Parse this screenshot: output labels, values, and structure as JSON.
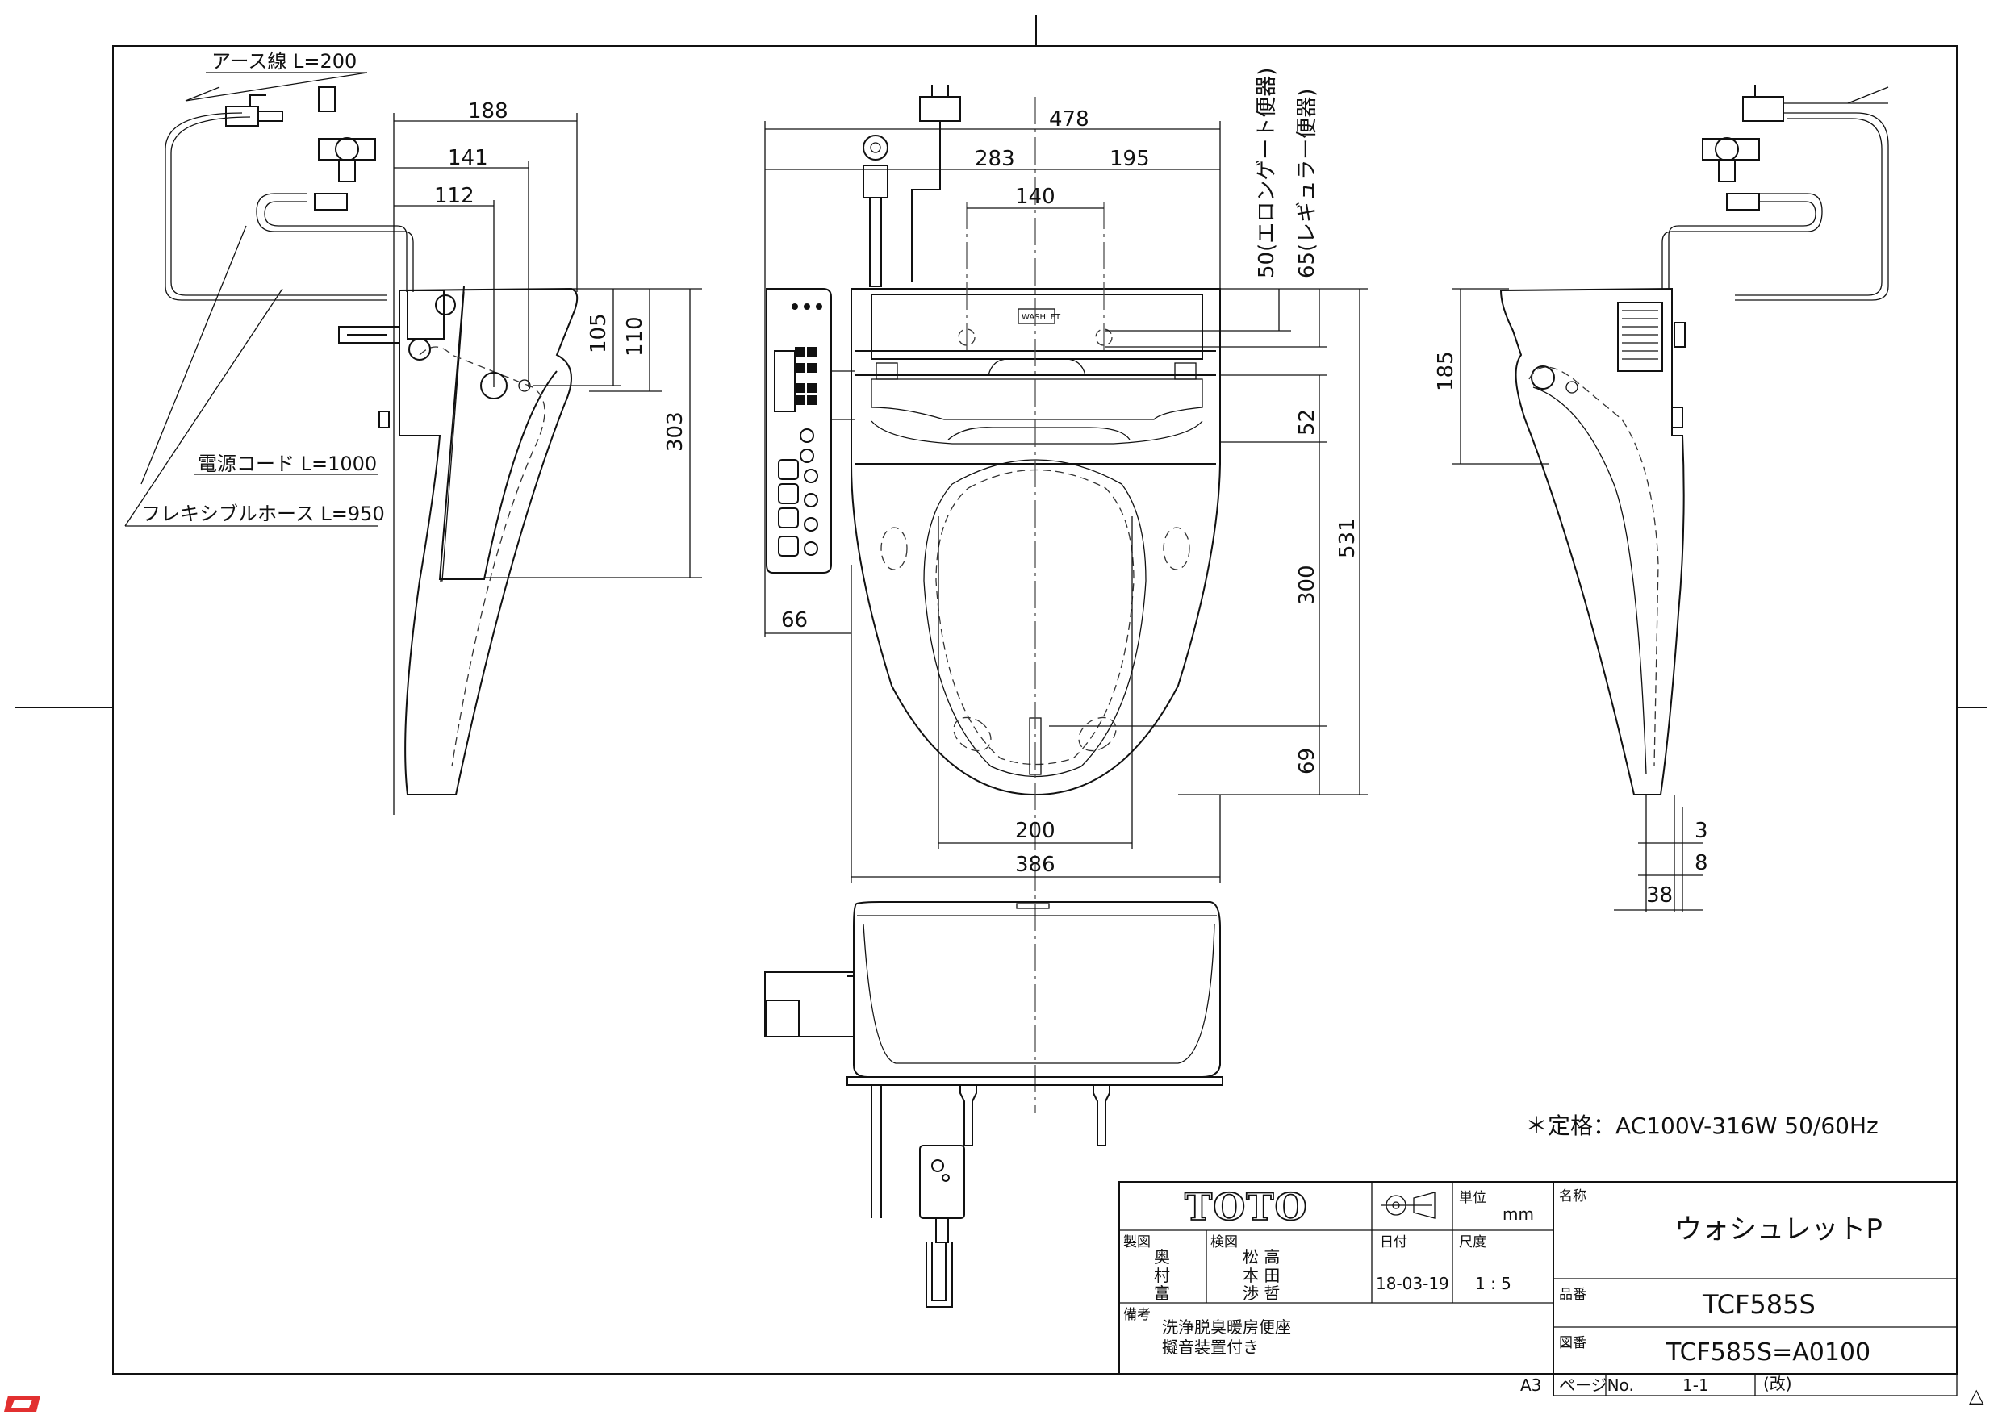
{
  "sheet": {
    "size_label": "A3",
    "revision_mark": "△"
  },
  "side_left": {
    "earth_wire": "アース線 L=200",
    "power_cord": "電源コード L=1000",
    "flex_hose": "フレキシブルホース L=950",
    "dims": {
      "d188": "188",
      "d141": "141",
      "d112": "112",
      "d105": "105",
      "d110": "110",
      "d303": "303"
    }
  },
  "top_view": {
    "dims": {
      "d478": "478",
      "d283": "283",
      "d195": "195",
      "d140": "140",
      "d50": "50(エロンゲート便器)",
      "d65": "65(レギュラー便器)",
      "d52": "52",
      "d531": "531",
      "d300": "300",
      "d69": "69",
      "d66": "66",
      "d200": "200",
      "d386": "386"
    },
    "lid_badge": "WASHLET"
  },
  "side_right": {
    "dims": {
      "d185": "185",
      "d3": "3",
      "d8": "8",
      "d38": "38"
    }
  },
  "rating": "＊定格：AC100V-316W 50/60Hz",
  "title_block": {
    "brand": "TOTO",
    "unit_label": "単位",
    "unit_value": "mm",
    "drawn_label": "製図",
    "drawn_names": [
      "奥",
      "村",
      "富"
    ],
    "checked_label": "検図",
    "checked_names": [
      "松 高",
      "本 田",
      "渉 哲"
    ],
    "date_label": "日付",
    "date_value": "18-03-19",
    "scale_label": "尺度",
    "scale_value": "1 : 5",
    "name_label": "名称",
    "name_value": "ウォシュレットP",
    "part_label": "品番",
    "part_value": "TCF585S",
    "drawing_label": "図番",
    "drawing_value": "TCF585S=A0100",
    "notes_label": "備考",
    "notes": [
      "洗浄脱臭暖房便座",
      "擬音装置付き"
    ],
    "page_label": "ページNo.",
    "page_value": "1-1",
    "rev_label": "(改)"
  }
}
